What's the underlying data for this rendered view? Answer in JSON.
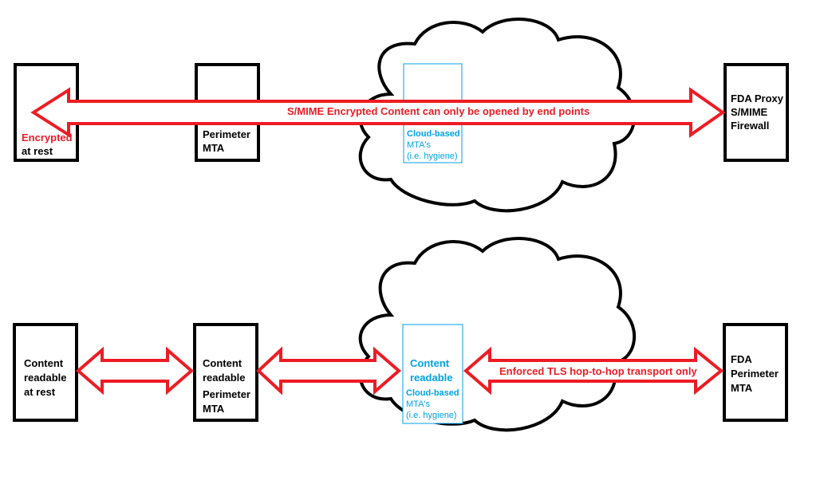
{
  "top": {
    "left_box": {
      "line1": "Encrypted",
      "line2": "at rest"
    },
    "perimeter": {
      "line1": "Perimeter",
      "line2": "MTA"
    },
    "cloud": {
      "line1": "Cloud-based",
      "line2": "MTA's",
      "line3": "(i.e. hygiene)"
    },
    "fda": {
      "line1": "FDA Proxy",
      "line2": "S/MIME",
      "line3": "Firewall"
    },
    "arrow_label": "S/MIME Encrypted Content can only be opened by end points"
  },
  "bottom": {
    "left_box": {
      "line1": "Content",
      "line2": "readable",
      "line3": "at rest"
    },
    "perimeter": {
      "line1": "Content",
      "line2": "readable",
      "line3": "Perimeter",
      "line4": "MTA"
    },
    "cloud": {
      "line1": "Content",
      "line2": "readable",
      "line3": "Cloud-based",
      "line4": "MTA's",
      "line5": "(i.e. hygiene)"
    },
    "fda": {
      "line1": "FDA",
      "line2": "Perimeter",
      "line3": "MTA"
    },
    "arrow_label": "Enforced TLS hop-to-hop transport only"
  },
  "colors": {
    "arrow": "#ed1c24",
    "cloud_box": "#00a2e8",
    "outline": "#000000"
  }
}
